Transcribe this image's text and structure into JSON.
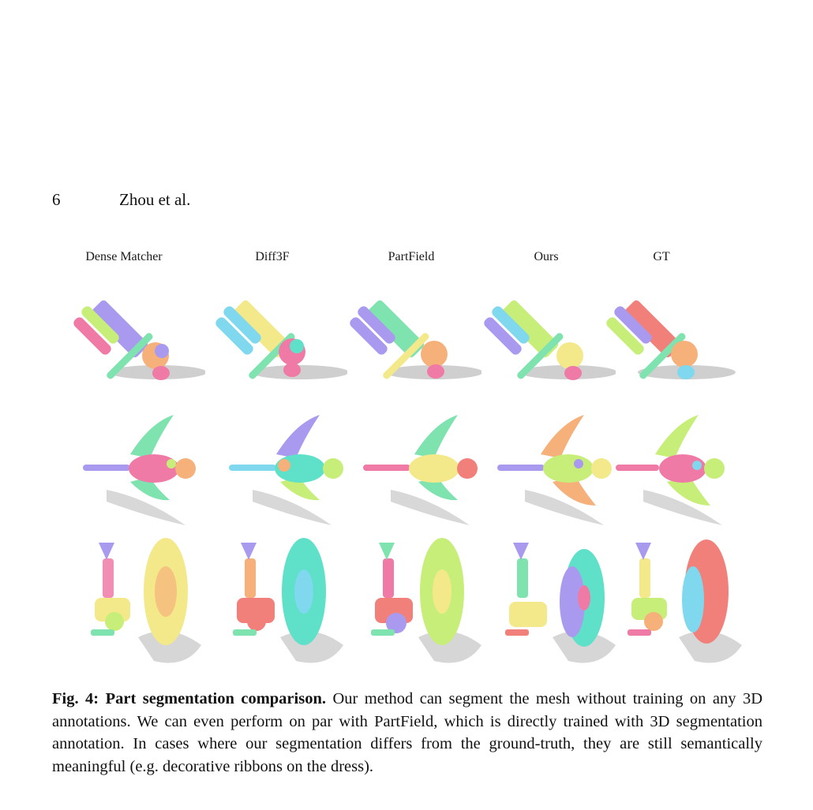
{
  "header": {
    "page_number": "6",
    "running_head": "Zhou et al."
  },
  "figure": {
    "columns": [
      {
        "label": "Dense Matcher"
      },
      {
        "label": "Diff3F"
      },
      {
        "label": "PartField"
      },
      {
        "label": "Ours"
      },
      {
        "label": "GT"
      }
    ],
    "rows": [
      {
        "subject": "chair"
      },
      {
        "subject": "doll"
      },
      {
        "subject": "spring-lamp"
      }
    ],
    "palette": {
      "pink": "#f07aa6",
      "mint": "#7fe3b0",
      "lavender": "#a99af0",
      "yellow": "#f3e98a",
      "cyan": "#7fd8ee",
      "peach": "#f6b07a",
      "lime": "#c8ee7a",
      "coral": "#f2807a",
      "teal": "#5fe0c8",
      "shadow": "#cfcfcf"
    }
  },
  "caption": {
    "label": "Fig. 4: Part segmentation comparison.",
    "text": "Our method can segment the mesh without training on any 3D annotations. We can even perform on par with PartField, which is directly trained with 3D segmentation annotation. In cases where our segmentation differs from the ground-truth, they are still semantically meaningful (e.g. decorative ribbons on the dress)."
  }
}
